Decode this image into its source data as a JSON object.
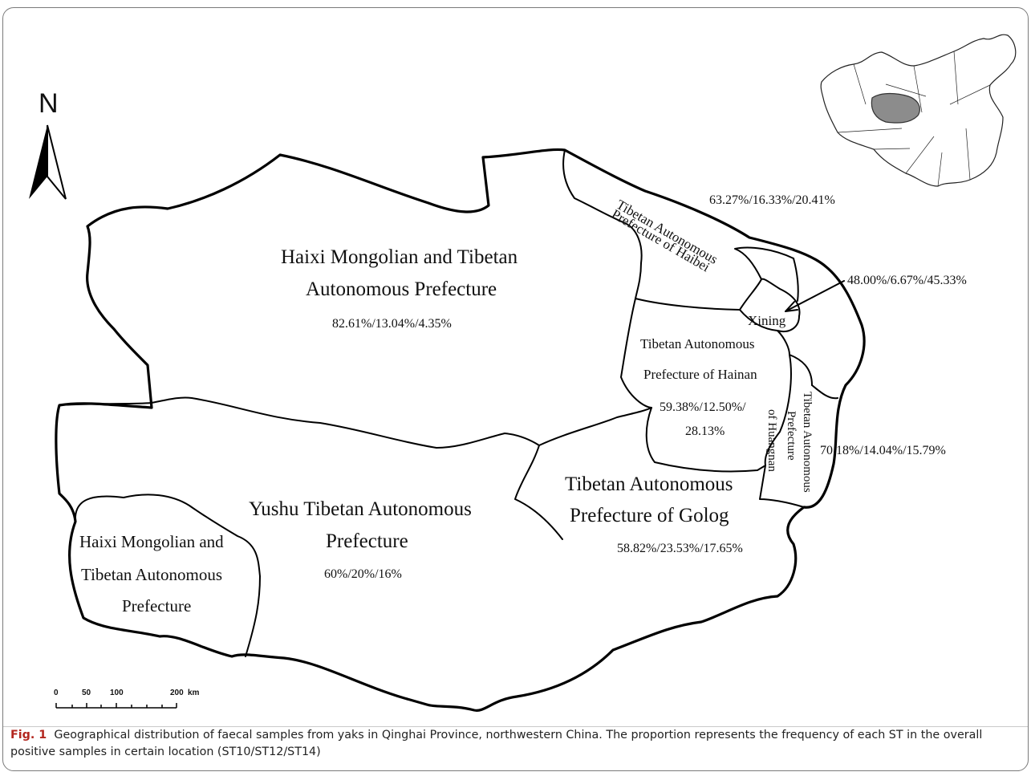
{
  "figure": {
    "north_label": "N",
    "regions": [
      {
        "name_lines": [
          "Haixi Mongolian and Tibetan",
          "Autonomous Prefecture"
        ],
        "proportion": "82.61%/13.04%/4.35%"
      },
      {
        "name_lines": [
          "Yushu Tibetan Autonomous",
          "Prefecture"
        ],
        "proportion": "60%/20%/16%"
      },
      {
        "name_lines": [
          "Haixi Mongolian and",
          "Tibetan Autonomous",
          "Prefecture"
        ]
      },
      {
        "name_lines": [
          "Tibetan Autonomous",
          "Prefecture of Haibei"
        ],
        "proportion": "63.27%/16.33%/20.41%"
      },
      {
        "name_lines": [
          "Xining"
        ],
        "proportion": "48.00%/6.67%/45.33%"
      },
      {
        "name_lines": [
          "Tibetan Autonomous",
          "Prefecture of Hainan"
        ],
        "proportion_lines": [
          "59.38%/12.50%/",
          "28.13%"
        ]
      },
      {
        "name_lines": [
          "Tibetan Autonomous",
          "Prefecture of Golog"
        ],
        "proportion": "58.82%/23.53%/17.65%"
      },
      {
        "name_lines": [
          "Tibetan Autonomous",
          "Prefecture",
          "of Huangnan"
        ],
        "proportion": "70.18%/14.04%/15.79%"
      }
    ],
    "scale_bar": {
      "ticks": [
        "0",
        "50",
        "100",
        "200"
      ],
      "unit": "km"
    }
  },
  "caption": {
    "fig_label": "Fig. 1",
    "text": "Geographical distribution of faecal samples from yaks in Qinghai Province, northwestern China. The proportion represents the frequency of each ST in the overall positive samples in certain location (ST10/ST12/ST14)"
  }
}
